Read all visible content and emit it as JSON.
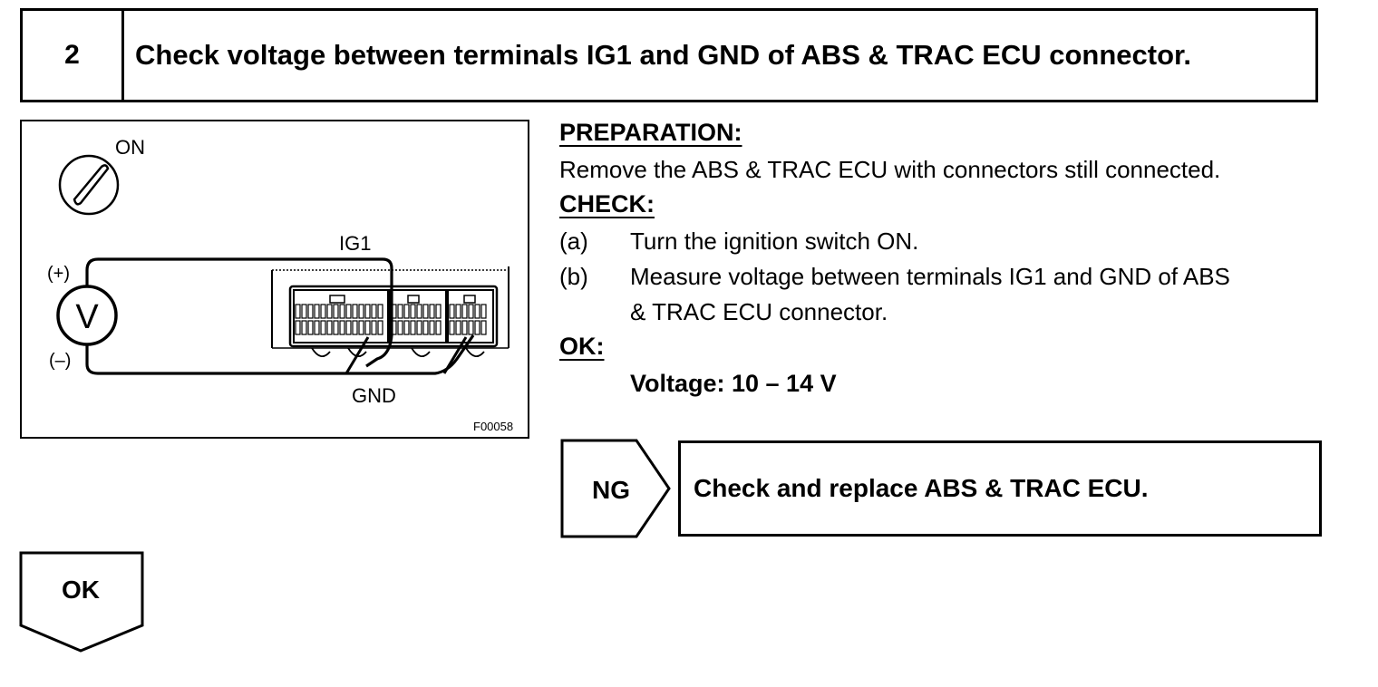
{
  "header": {
    "step_number": "2",
    "title": "Check voltage between terminals IG1 and GND of ABS & TRAC ECU connector."
  },
  "figure": {
    "label_on": "ON",
    "label_ig1": "IG1",
    "label_plus": "(+)",
    "label_minus": "(–)",
    "label_v": "V",
    "label_gnd": "GND",
    "code": "F00058",
    "icons": [
      "ignition-key-icon",
      "voltmeter-icon",
      "ecu-connector-icon"
    ]
  },
  "preparation": {
    "heading": "PREPARATION:",
    "text": "Remove the ABS & TRAC ECU with connectors still connected."
  },
  "check": {
    "heading": "CHECK:",
    "steps": [
      {
        "marker": "(a)",
        "line1": "Turn the ignition switch ON.",
        "line2": ""
      },
      {
        "marker": "(b)",
        "line1": "Measure voltage between terminals IG1 and GND of ABS",
        "line2": "& TRAC ECU connector."
      }
    ]
  },
  "ok_spec": {
    "heading": "OK:",
    "value": "Voltage: 10 – 14 V"
  },
  "ng": {
    "label": "NG",
    "action": "Check and replace ABS & TRAC ECU."
  },
  "ok_flow": {
    "label": "OK"
  }
}
